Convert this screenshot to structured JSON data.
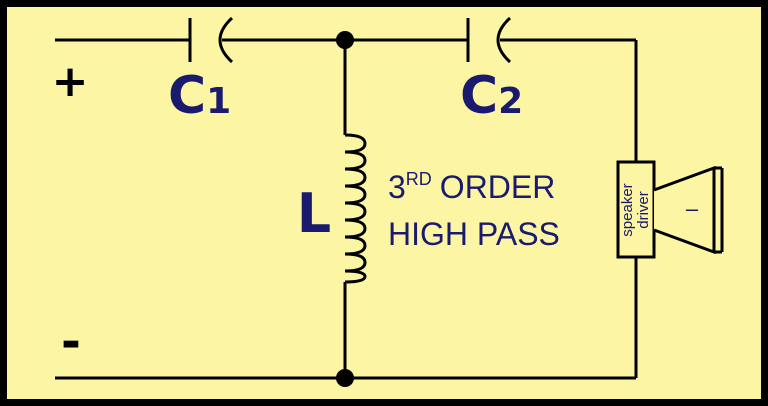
{
  "diagram": {
    "terminals": {
      "positive": "+",
      "negative": "-"
    },
    "capacitor_1": {
      "letter": "C",
      "subscript": "1"
    },
    "capacitor_2": {
      "letter": "C",
      "subscript": "2"
    },
    "inductor": {
      "label": "L"
    },
    "title": {
      "line1_prefix": "3",
      "line1_superscript": "RD",
      "line1_suffix": "ORDER",
      "line2": "HIGH PASS"
    },
    "speaker": {
      "label_line1": "speaker",
      "label_line2": "driver",
      "cone_mark": "–"
    },
    "colors": {
      "background": "#fcf6a4",
      "border": "#000000",
      "wire": "#000000",
      "label": "#1a1a6e"
    }
  }
}
